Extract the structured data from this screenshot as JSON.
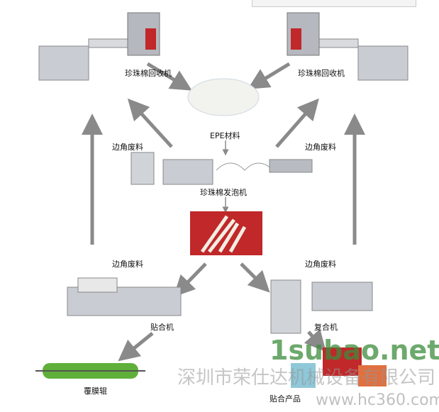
{
  "labels": {
    "recycler_left": "珍珠棉回收机",
    "recycler_right": "珍珠棉回收机",
    "epe_material": "EPE材料",
    "scrap_top_left": "边角废料",
    "scrap_top_right": "边角废料",
    "foaming_machine": "珍珠棉发泡机",
    "scrap_bottom_left": "边角废料",
    "scrap_bottom_right": "边角废料",
    "laminator": "贴合机",
    "compound_machine": "复合机",
    "film_roller": "覆膜辊",
    "laminated_products": "贴合产品"
  },
  "watermarks": {
    "company": "深圳市荣仕达机械设备有限公司",
    "site1": "1subao.net",
    "site2": "www.hc360.com"
  },
  "colors": {
    "arrow": "#8a8a8a",
    "machine": "#c9ccd2",
    "red": "#c0282a",
    "green": "#5fb03a"
  }
}
